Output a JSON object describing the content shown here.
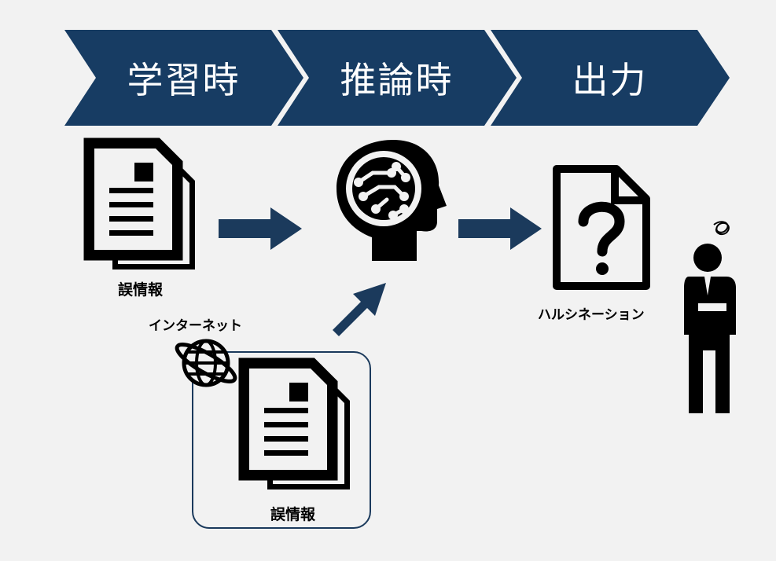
{
  "stages": [
    {
      "label": "学習時"
    },
    {
      "label": "推論時"
    },
    {
      "label": "出力"
    }
  ],
  "labels": {
    "training_doc": "誤情報",
    "internet": "インターネット",
    "inference_doc": "誤情報",
    "hallucination": "ハルシネーション"
  },
  "colors": {
    "chevron": "#173c63",
    "arrow": "#1b3a5c",
    "background": "#f2f2f2",
    "icon": "#000000"
  },
  "icons": [
    "documents-icon",
    "ai-head-icon",
    "question-document-icon",
    "globe-icon",
    "confused-person-icon"
  ]
}
